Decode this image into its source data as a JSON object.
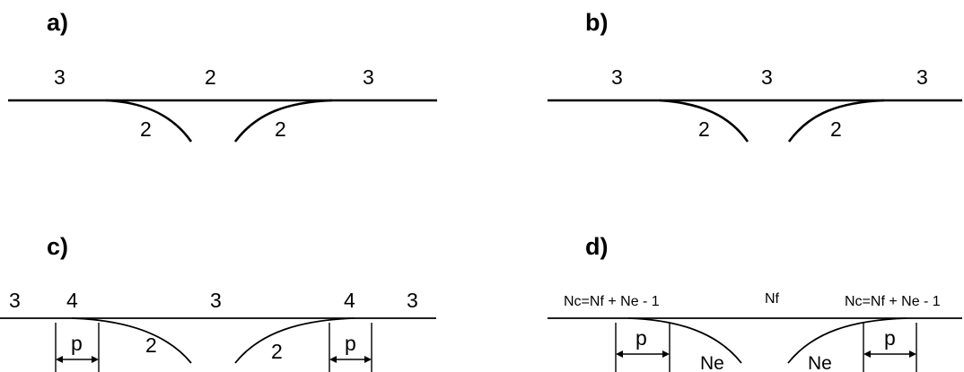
{
  "panels": {
    "a": {
      "label": "a)",
      "top_labels": [
        "3",
        "2",
        "3"
      ],
      "curve_labels": [
        "2",
        "2"
      ]
    },
    "b": {
      "label": "b)",
      "top_labels": [
        "3",
        "3",
        "3"
      ],
      "curve_labels": [
        "2",
        "2"
      ]
    },
    "c": {
      "label": "c)",
      "top_labels": [
        "3",
        "4",
        "3",
        "4",
        "3"
      ],
      "curve_labels": [
        "2",
        "2"
      ],
      "dimension_labels": [
        "p",
        "p"
      ]
    },
    "d": {
      "label": "d)",
      "top_labels": [
        "Nc=Nf + Ne - 1",
        "Nf",
        "Nc=Nf + Ne - 1"
      ],
      "curve_labels": [
        "Ne",
        "Ne"
      ],
      "dimension_labels": [
        "p",
        "p"
      ]
    }
  }
}
